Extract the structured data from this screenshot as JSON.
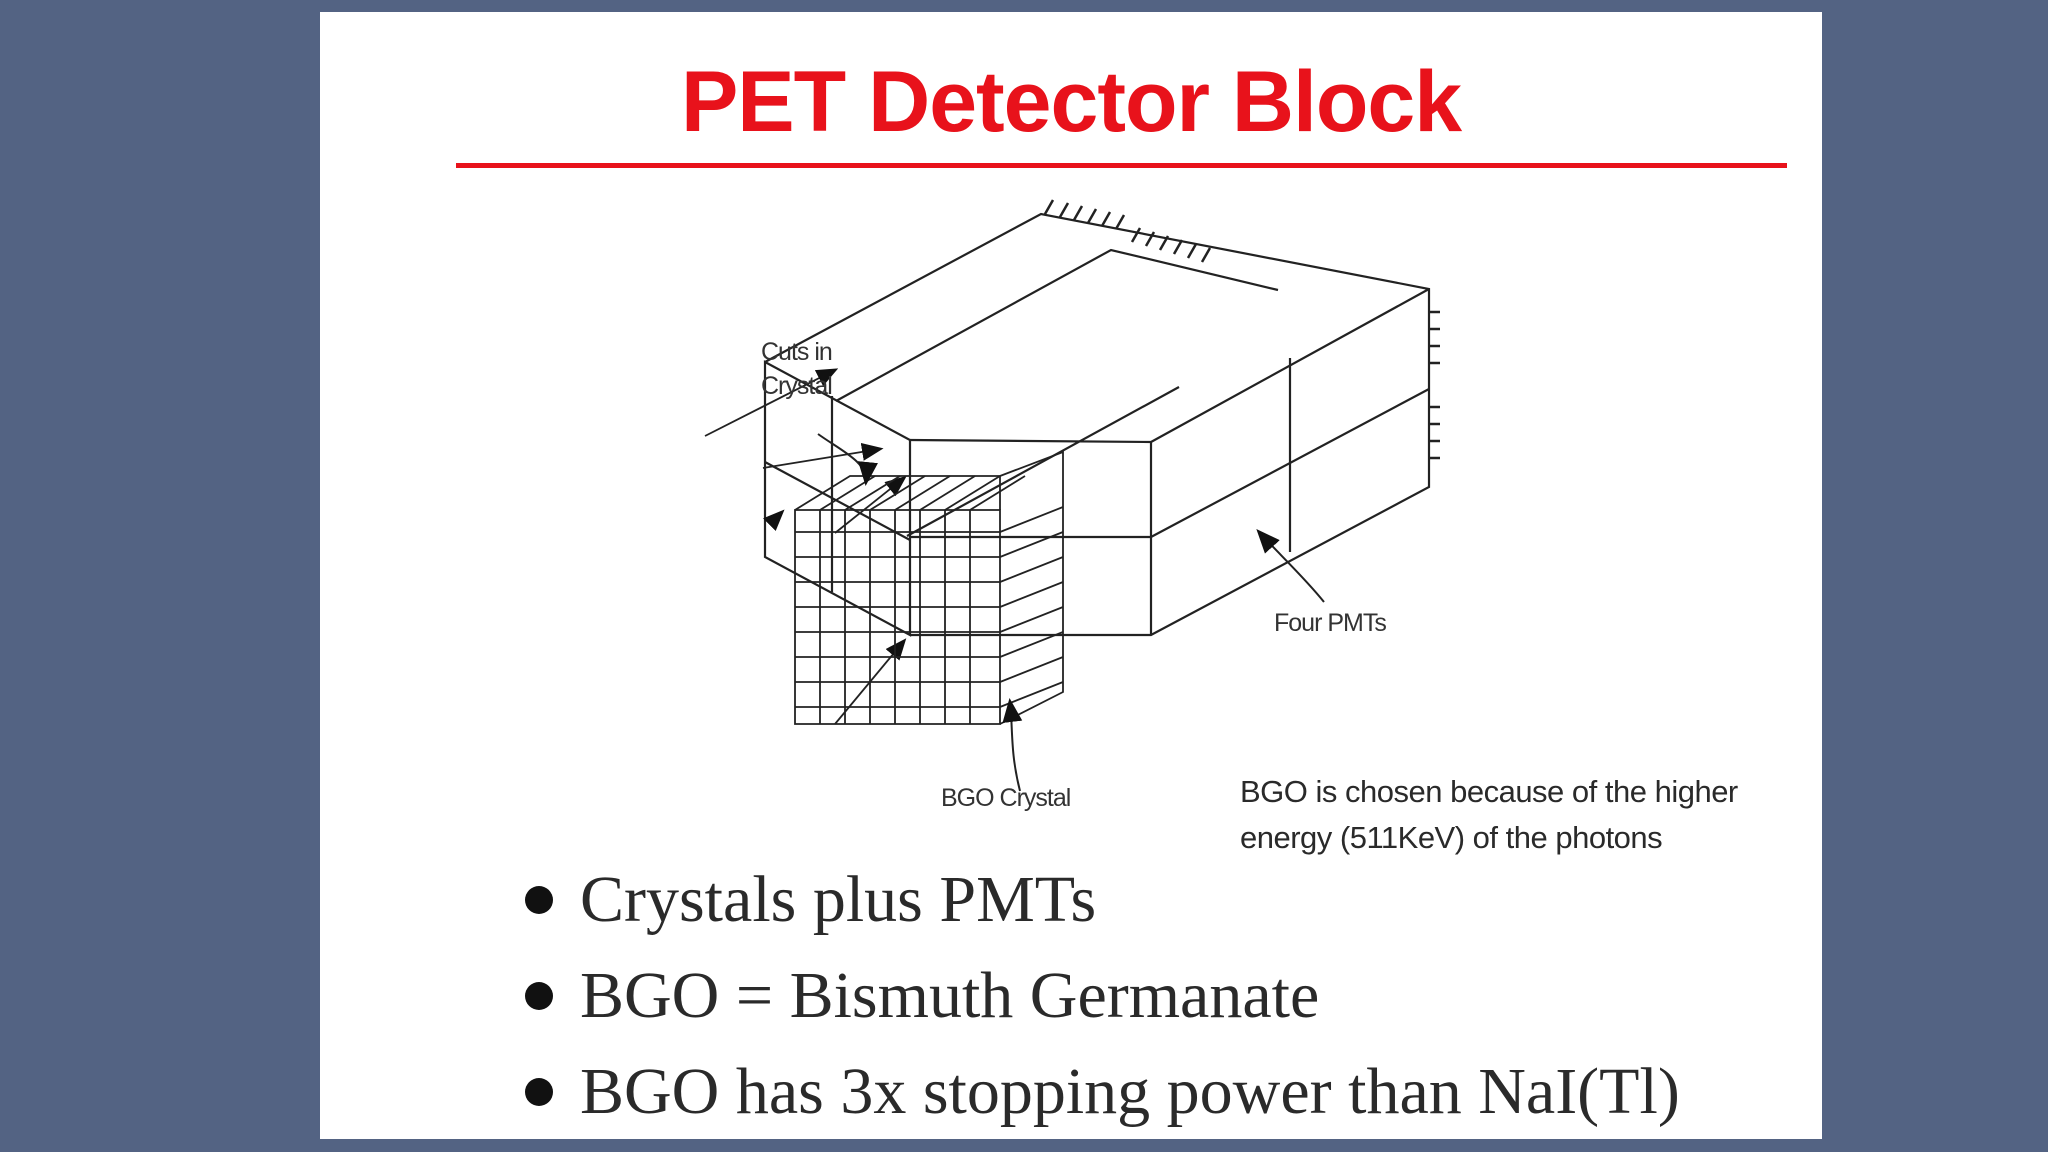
{
  "slide": {
    "title": "PET Detector Block",
    "accent_color": "#e8121b",
    "background_color": "#536383"
  },
  "diagram": {
    "labels": {
      "cuts_line1": "Cuts in",
      "cuts_line2": "Crystal",
      "bgo_crystal": "BGO Crystal",
      "four_pmts": "Four PMTs"
    }
  },
  "note": {
    "line1": "BGO is chosen because of the higher",
    "line2": "energy (511KeV) of the photons"
  },
  "bullets": [
    {
      "text": "Crystals plus PMTs"
    },
    {
      "text": "BGO = Bismuth Germanate"
    },
    {
      "text": "BGO has 3x stopping power than NaI(Tl)"
    }
  ]
}
